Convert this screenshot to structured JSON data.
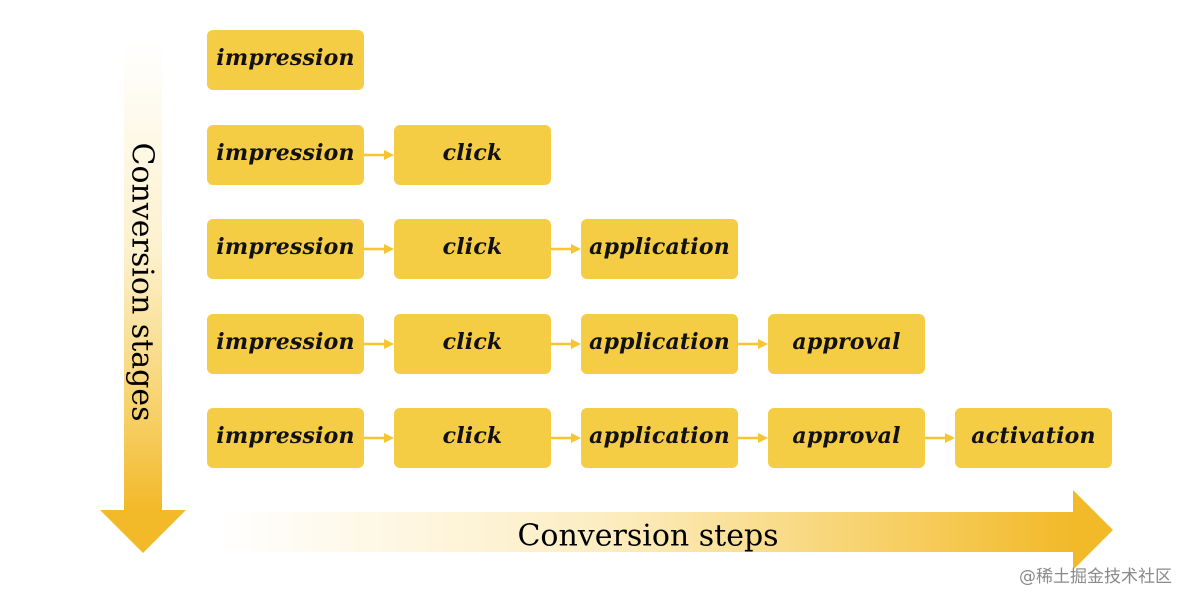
{
  "diagram": {
    "steps": [
      "impression",
      "click",
      "application",
      "approval",
      "activation"
    ],
    "stages_axis_label": "Conversion stages",
    "steps_axis_label": "Conversion steps"
  },
  "watermark": "@稀土掘金技术社区",
  "colors": {
    "box": "#f5cd45",
    "arrow": "#f2bd2b",
    "connector": "#f6c52f"
  }
}
